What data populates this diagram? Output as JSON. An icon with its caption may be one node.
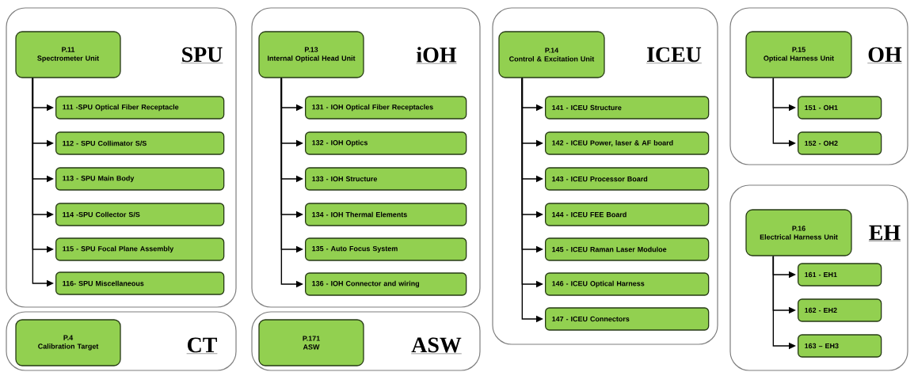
{
  "diagram": {
    "nodes": [
      {
        "text": [
          "SPU"
        ]
      },
      {
        "text": [
          "P.11",
          "Spectrometer Unit"
        ],
        "in": 0
      },
      {
        "text": [
          "111 -SPU Optical Fiber Receptacle"
        ],
        "in": 0
      },
      {
        "text": [
          "112 - SPU Collimator S/S"
        ],
        "in": 0
      },
      {
        "text": [
          "113 - SPU Main Body"
        ],
        "in": 0
      },
      {
        "text": [
          "114 -SPU Collector S/S"
        ],
        "in": 0
      },
      {
        "text": [
          "115 - SPU Focal Plane Assembly"
        ],
        "in": 0
      },
      {
        "text": [
          "116- SPU Miscellaneous"
        ],
        "in": 0
      },
      {
        "text": [
          "CT"
        ]
      },
      {
        "text": [
          "P.4",
          "Calibration Target"
        ],
        "in": 8
      },
      {
        "text": [
          "iOH"
        ]
      },
      {
        "text": [
          "P.13",
          "Internal Optical Head Unit"
        ],
        "in": 10
      },
      {
        "text": [
          "131 - IOH Optical Fiber Receptacles"
        ],
        "in": 10
      },
      {
        "text": [
          "132 - IOH Optics"
        ],
        "in": 10
      },
      {
        "text": [
          "133 - IOH Structure"
        ],
        "in": 10
      },
      {
        "text": [
          "134 - IOH Thermal Elements"
        ],
        "in": 10
      },
      {
        "text": [
          "135 - Auto Focus System"
        ],
        "in": 10
      },
      {
        "text": [
          "136 - IOH Connector and wiring"
        ],
        "in": 10
      },
      {
        "text": [
          "ASW"
        ]
      },
      {
        "text": [
          "P.171",
          "ASW"
        ],
        "in": 18
      },
      {
        "text": [
          "ICEU"
        ]
      },
      {
        "text": [
          "P.14",
          "Control & Excitation Unit"
        ],
        "in": 20
      },
      {
        "text": [
          "141 - ICEU Structure"
        ],
        "in": 20
      },
      {
        "text": [
          "142 - ICEU Power, laser & AF board"
        ],
        "in": 20
      },
      {
        "text": [
          "143 - ICEU Processor Board"
        ],
        "in": 20
      },
      {
        "text": [
          "144 - ICEU FEE Board"
        ],
        "in": 20
      },
      {
        "text": [
          "145 - ICEU Raman Laser Moduloe"
        ],
        "in": 20
      },
      {
        "text": [
          "146 - ICEU Optical Harness"
        ],
        "in": 20
      },
      {
        "text": [
          "147 - ICEU Connectors"
        ],
        "in": 20
      },
      {
        "text": [
          "OH"
        ]
      },
      {
        "text": [
          "P.15",
          "Optical Harness Unit"
        ],
        "in": 29
      },
      {
        "text": [
          "151 - OH1"
        ],
        "in": 29
      },
      {
        "text": [
          "152 - OH2"
        ],
        "in": 29
      },
      {
        "text": [
          "EH"
        ]
      },
      {
        "text": [
          "P.16",
          "Electrical Harness Unit"
        ],
        "in": 33
      },
      {
        "text": [
          "161 - EH1"
        ],
        "in": 33
      },
      {
        "text": [
          "162 - EH2"
        ],
        "in": 33
      },
      {
        "text": [
          "163 – EH3"
        ],
        "in": 33
      }
    ],
    "edges": [
      {
        "from": 1,
        "to": 2,
        "arrow": "to"
      },
      {
        "from": 1,
        "to": 3,
        "arrow": "to"
      },
      {
        "from": 1,
        "to": 4,
        "arrow": "to"
      },
      {
        "from": 1,
        "to": 5,
        "arrow": "to"
      },
      {
        "from": 1,
        "to": 6,
        "arrow": "to"
      },
      {
        "from": 1,
        "to": 7,
        "arrow": "to"
      },
      {
        "from": 11,
        "to": 12,
        "arrow": "to"
      },
      {
        "from": 11,
        "to": 13,
        "arrow": "to"
      },
      {
        "from": 11,
        "to": 14,
        "arrow": "to"
      },
      {
        "from": 11,
        "to": 15,
        "arrow": "to"
      },
      {
        "from": 11,
        "to": 16,
        "arrow": "to"
      },
      {
        "from": 11,
        "to": 17,
        "arrow": "to"
      },
      {
        "from": 21,
        "to": 22,
        "arrow": "to"
      },
      {
        "from": 21,
        "to": 23,
        "arrow": "to"
      },
      {
        "from": 21,
        "to": 24,
        "arrow": "to"
      },
      {
        "from": 21,
        "to": 25,
        "arrow": "to"
      },
      {
        "from": 21,
        "to": 26,
        "arrow": "to"
      },
      {
        "from": 21,
        "to": 27,
        "arrow": "to"
      },
      {
        "from": 21,
        "to": 28,
        "arrow": "to"
      },
      {
        "from": 30,
        "to": 31,
        "arrow": "to"
      },
      {
        "from": 30,
        "to": 32,
        "arrow": "to"
      },
      {
        "from": 34,
        "to": 35,
        "arrow": "to"
      },
      {
        "from": 34,
        "to": 36,
        "arrow": "to"
      },
      {
        "from": 34,
        "to": 37,
        "arrow": "to"
      }
    ]
  }
}
